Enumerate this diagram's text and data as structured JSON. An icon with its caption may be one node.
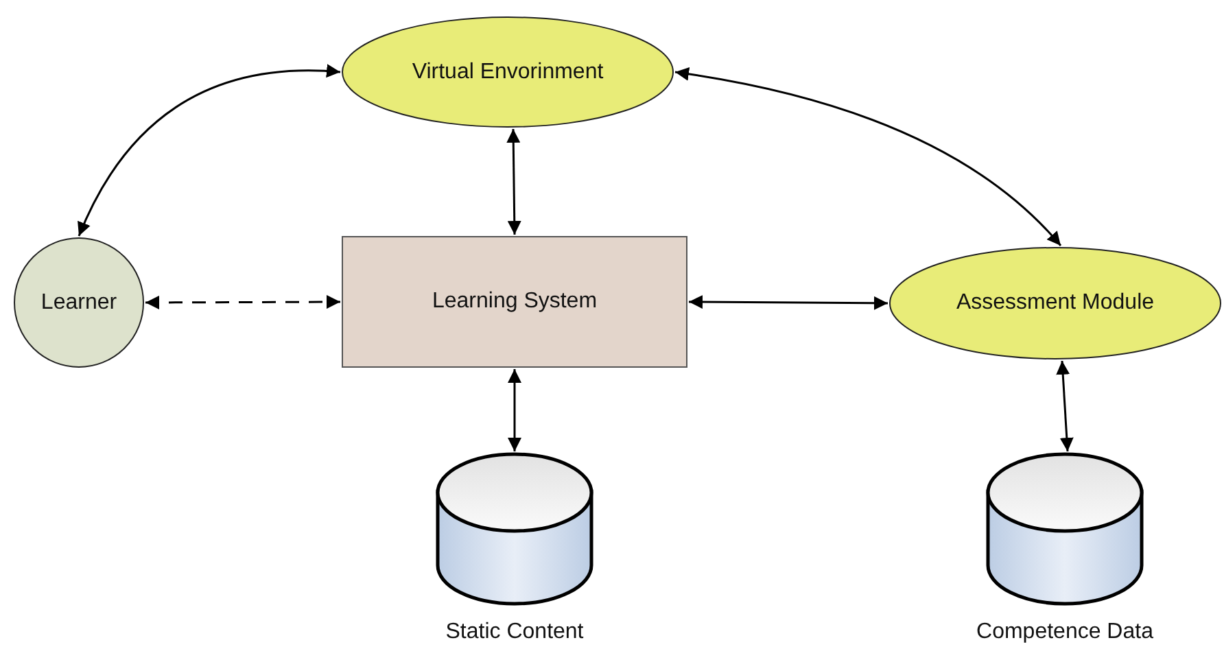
{
  "diagram": {
    "nodes": [
      {
        "text": [
          "Virtual Envorinment"
        ]
      },
      {
        "text": [
          "Learner"
        ]
      },
      {
        "text": [
          "Learning System"
        ]
      },
      {
        "text": [
          "Assessment Module"
        ]
      },
      {
        "text": [
          "Static Content"
        ]
      },
      {
        "text": [
          "Competence Data"
        ]
      }
    ],
    "edges": [
      {
        "from": 0,
        "to": 1,
        "arrow": "both"
      },
      {
        "from": 0,
        "to": 2,
        "arrow": "both"
      },
      {
        "from": 0,
        "to": 3,
        "arrow": "both"
      },
      {
        "from": 1,
        "to": 2,
        "arrow": "both",
        "style": "dashed"
      },
      {
        "from": 2,
        "to": 3,
        "arrow": "both"
      },
      {
        "from": 2,
        "to": 4,
        "arrow": "both"
      },
      {
        "from": 3,
        "to": 5,
        "arrow": "both"
      }
    ]
  }
}
